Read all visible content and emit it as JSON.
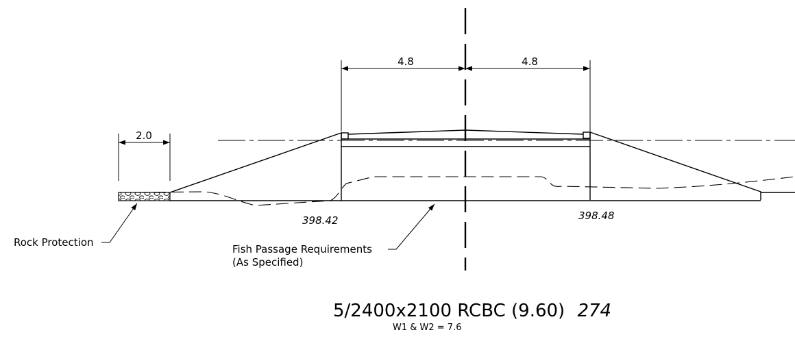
{
  "dimensions": {
    "left_span": "4.8",
    "right_span": "4.8",
    "rock_width": "2.0"
  },
  "elevations": {
    "left_invert": "398.42",
    "right_invert": "398.48"
  },
  "labels": {
    "rock_protection": "Rock Protection",
    "fish_passage_line1": "Fish Passage Requirements",
    "fish_passage_line2": "(As Specified)"
  },
  "title": {
    "main": "5/2400x2100 RCBC (9.60)",
    "length": "274",
    "subtitle": "W1 & W2 = 7.6"
  }
}
